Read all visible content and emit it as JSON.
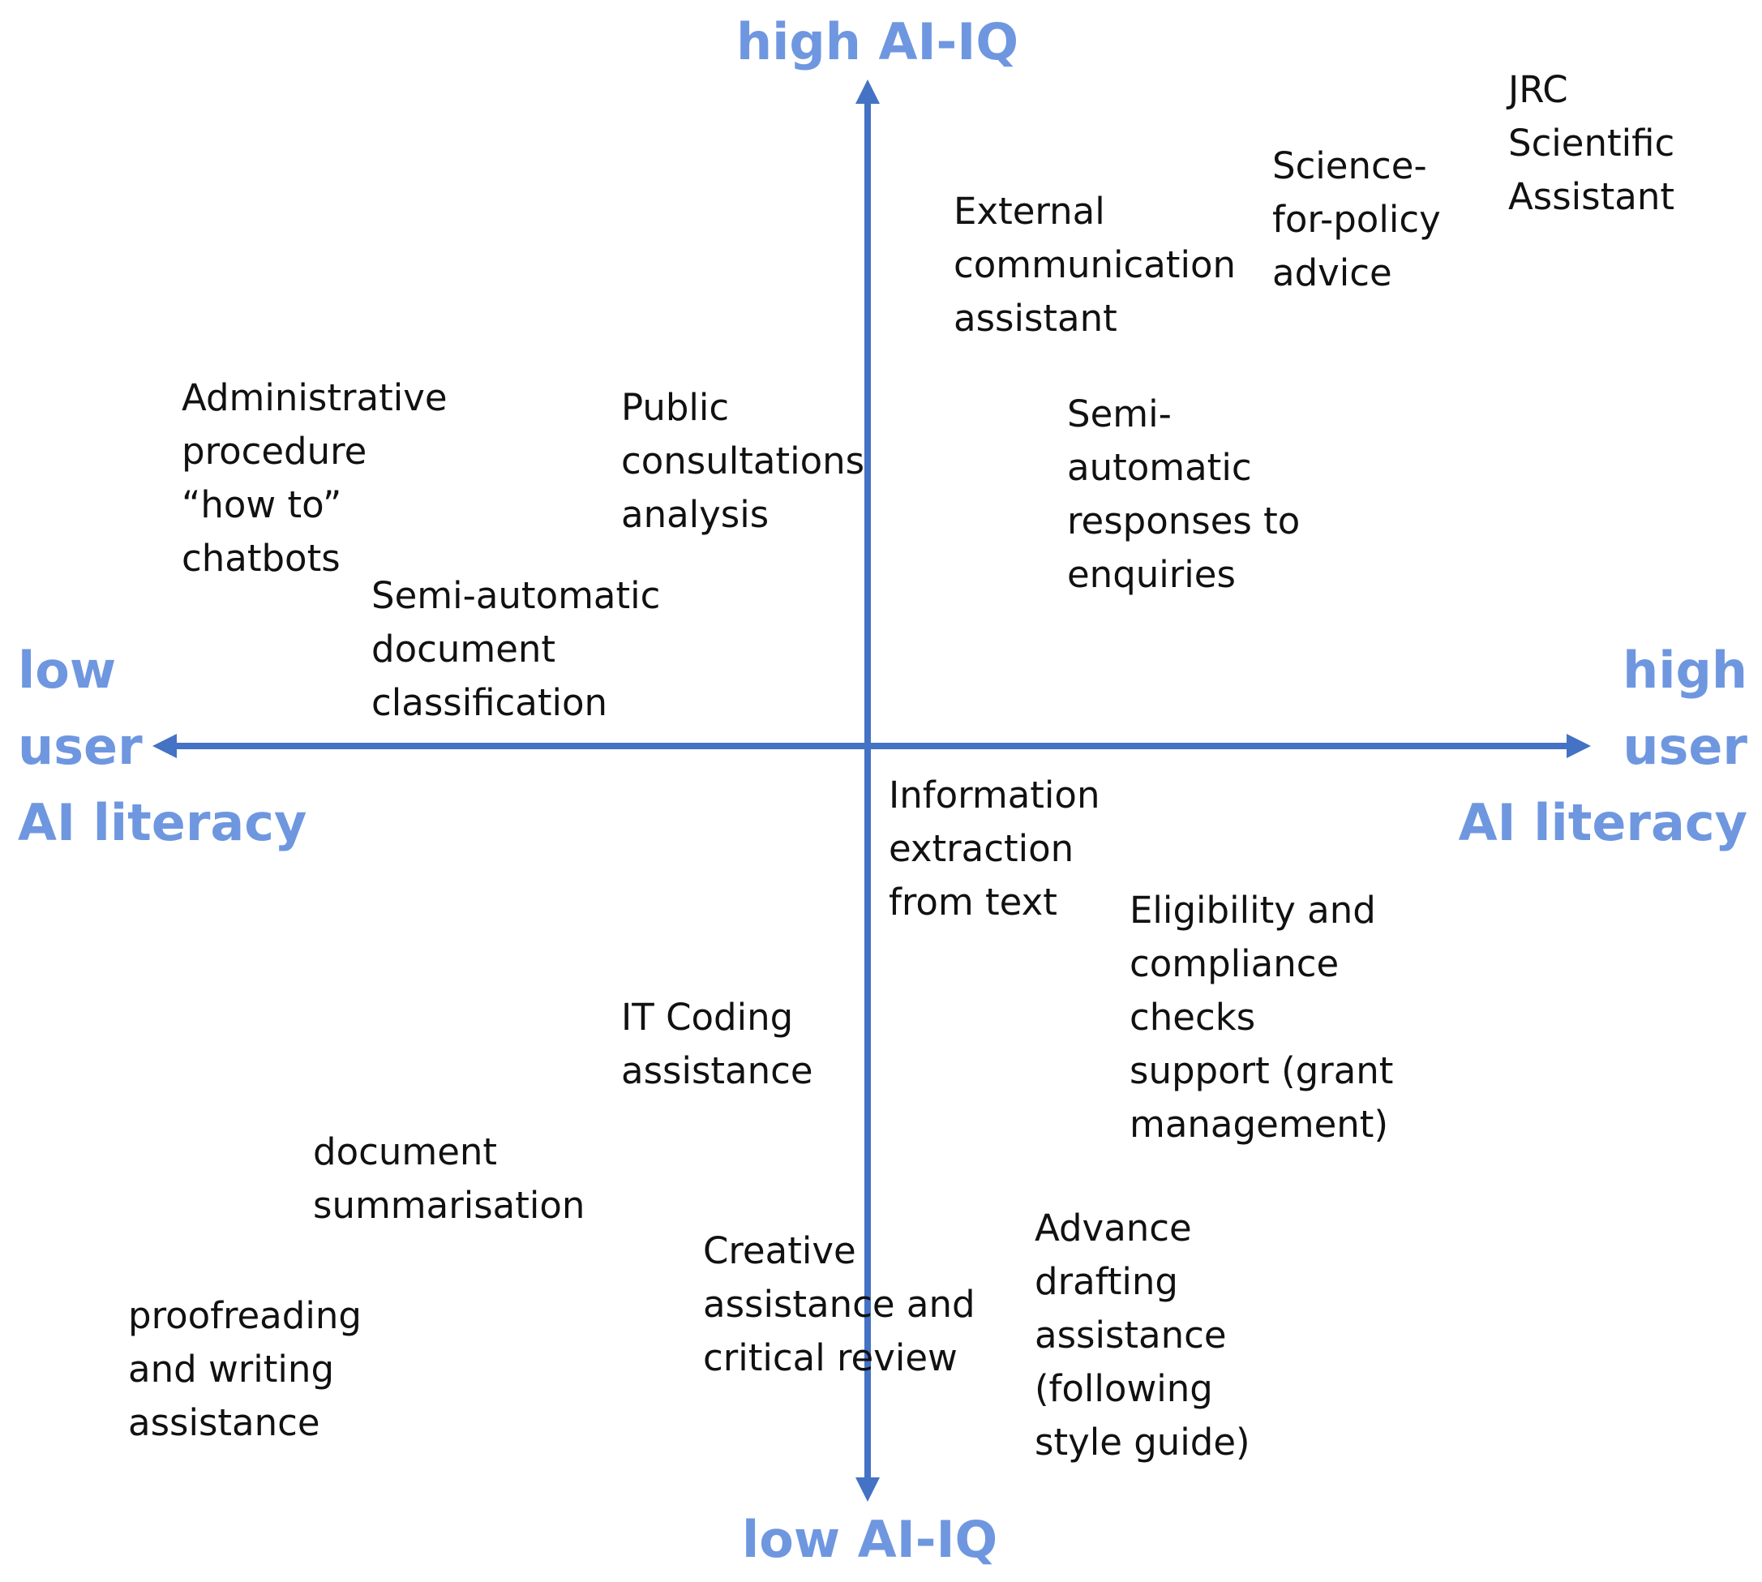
{
  "colors": {
    "axis": "#4472c4",
    "axis_label": "#6f97e0",
    "text": "#111111",
    "background": "#ffffff"
  },
  "axes": {
    "top": "high AI-IQ",
    "bottom": "low AI-IQ",
    "left": [
      "low",
      "user",
      "AI literacy"
    ],
    "right": [
      "high",
      "user",
      "AI literacy"
    ]
  },
  "items": {
    "jrc_scientific_assistant": [
      "JRC",
      "Scientific",
      "Assistant"
    ],
    "science_for_policy_advice": [
      "Science-",
      "for-policy",
      "advice"
    ],
    "external_communication_assistant": [
      "External",
      "communication",
      "assistant"
    ],
    "administrative_procedure_chatbots": [
      "Administrative",
      "procedure",
      "“how to”",
      "chatbots"
    ],
    "public_consultations_analysis": [
      "Public",
      "consultations",
      "analysis"
    ],
    "semi_automatic_responses": [
      "Semi-",
      "automatic",
      "responses to",
      "enquiries"
    ],
    "semi_automatic_document_classification": [
      "Semi-automatic",
      "document",
      "classification"
    ],
    "information_extraction": [
      "Information",
      "extraction",
      "from text"
    ],
    "eligibility_compliance_checks": [
      "Eligibility and",
      "compliance",
      "checks",
      "support (grant",
      "management)"
    ],
    "it_coding_assistance": [
      "IT Coding",
      "assistance"
    ],
    "document_summarisation": [
      "document",
      "summarisation"
    ],
    "creative_assistance": [
      "Creative",
      "assistance and",
      "critical review"
    ],
    "advance_drafting_assistance": [
      "Advance",
      "drafting",
      "assistance",
      "(following",
      "style guide)"
    ],
    "proofreading_writing_assistance": [
      "proofreading",
      "and writing",
      "assistance"
    ]
  }
}
